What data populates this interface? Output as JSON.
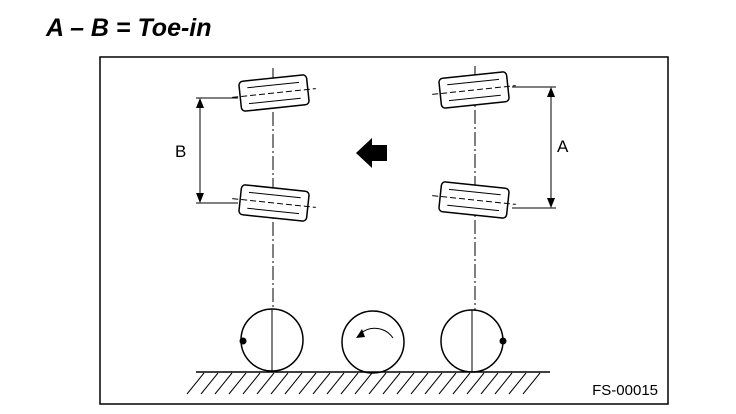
{
  "title": "A – B = Toe-in",
  "diagram": {
    "label_a": "A",
    "label_b": "B",
    "figure_code": "FS-00015"
  }
}
